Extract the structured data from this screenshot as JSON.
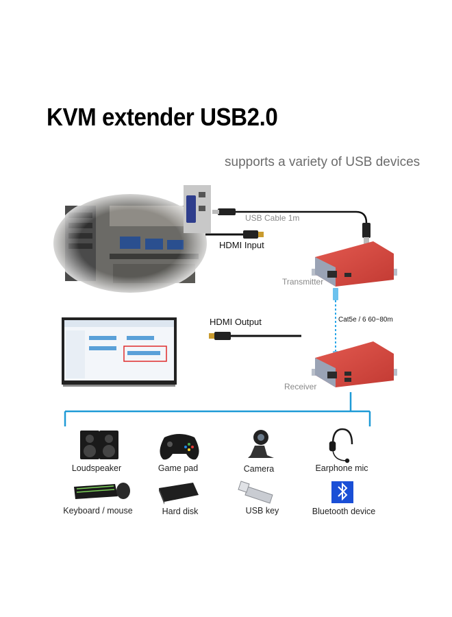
{
  "title": "KVM extender USB2.0",
  "subtitle": "supports a variety of USB devices",
  "labels": {
    "usb_cable": "USB Cable 1m",
    "hdmi_input": "HDMI  Input",
    "transmitter": "Transmitter",
    "cable_spec": "Cat5e / 6 60~80m",
    "hdmi_output": "HDMI Output",
    "receiver": "Receiver"
  },
  "devices": [
    {
      "label": "Loudspeaker",
      "icon": "loudspeaker-icon"
    },
    {
      "label": "Game pad",
      "icon": "gamepad-icon"
    },
    {
      "label": "Camera",
      "icon": "webcam-icon"
    },
    {
      "label": "Earphone mic",
      "icon": "headset-icon"
    },
    {
      "label": "Keyboard / mouse",
      "icon": "keyboard-mouse-icon"
    },
    {
      "label": "Hard disk",
      "icon": "hard-disk-icon"
    },
    {
      "label": "USB key",
      "icon": "usb-key-icon"
    },
    {
      "label": "Bluetooth device",
      "icon": "bluetooth-icon"
    }
  ],
  "colors": {
    "device_body": "#d9443e",
    "device_panel": "#9aa3b5",
    "bus_line": "#1e9ad6",
    "cat_cable": "#2aa7e8",
    "bluetooth": "#1a4fd6"
  }
}
